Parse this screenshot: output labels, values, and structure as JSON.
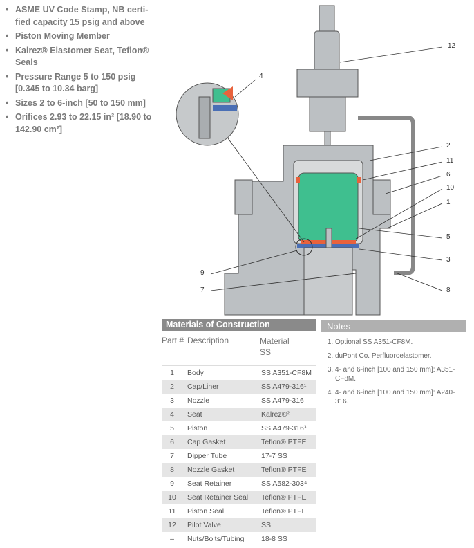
{
  "features": [
    {
      "text": "ASME UV Code Stamp, NB certi-fied capacity 15 psig and above"
    },
    {
      "text": "Piston Moving Member"
    },
    {
      "text": "Kalrez® Elastomer Seat, Teflon® Seals"
    },
    {
      "text": "Pressure Range  5 to 150 psig [0.345 to 10.34 barg]"
    },
    {
      "text": "Sizes 2 to 6-inch [50 to 150 mm]"
    },
    {
      "text": "Orifices 2.93 to 22.15 in² [18.90 to 142.90 cm²]"
    }
  ],
  "callouts": {
    "c12": "12",
    "c4": "4",
    "c2": "2",
    "c11": "11",
    "c6": "6",
    "c10": "10",
    "c1": "1",
    "c5": "5",
    "c3": "3",
    "c8": "8",
    "c9": "9",
    "c7": "7"
  },
  "colors": {
    "body": "#b9bdc0",
    "piston": "#3fbf8f",
    "seal": "#e8623c",
    "seat": "#4a6fb5"
  },
  "materials": {
    "title": "Materials of Construction",
    "headers": {
      "part": "Part #",
      "description": "Description",
      "material": "Material",
      "material_sub": "SS"
    },
    "rows": [
      {
        "part": "1",
        "description": "Body",
        "material": "SS A351-CF8M"
      },
      {
        "part": "2",
        "description": "Cap/Liner",
        "material": "SS A479-316¹"
      },
      {
        "part": "3",
        "description": "Nozzle",
        "material": "SS A479-316"
      },
      {
        "part": "4",
        "description": "Seat",
        "material": "Kalrez®²"
      },
      {
        "part": "5",
        "description": "Piston",
        "material": "SS A479-316³"
      },
      {
        "part": "6",
        "description": "Cap Gasket",
        "material": "Teflon® PTFE"
      },
      {
        "part": "7",
        "description": "Dipper Tube",
        "material": "17-7 SS"
      },
      {
        "part": "8",
        "description": "Nozzle Gasket",
        "material": "Teflon® PTFE"
      },
      {
        "part": "9",
        "description": "Seat Retainer",
        "material": "SS A582-303⁴"
      },
      {
        "part": "10",
        "description": "Seat Retainer Seal",
        "material": "Teflon® PTFE"
      },
      {
        "part": "11",
        "description": "Piston Seal",
        "material": "Teflon® PTFE"
      },
      {
        "part": "12",
        "description": "Pilot Valve",
        "material": "SS"
      },
      {
        "part": "–",
        "description": "Nuts/Bolts/Tubing",
        "material": "18-8 SS"
      }
    ]
  },
  "notes": {
    "title": "Notes",
    "items": [
      "Optional SS A351-CF8M.",
      "duPont Co. Perfluoroelastomer.",
      "4- and 6-inch [100 and 150 mm]: A351-CF8M.",
      "4- and 6-inch [100 and 150 mm]: A240-316."
    ]
  }
}
